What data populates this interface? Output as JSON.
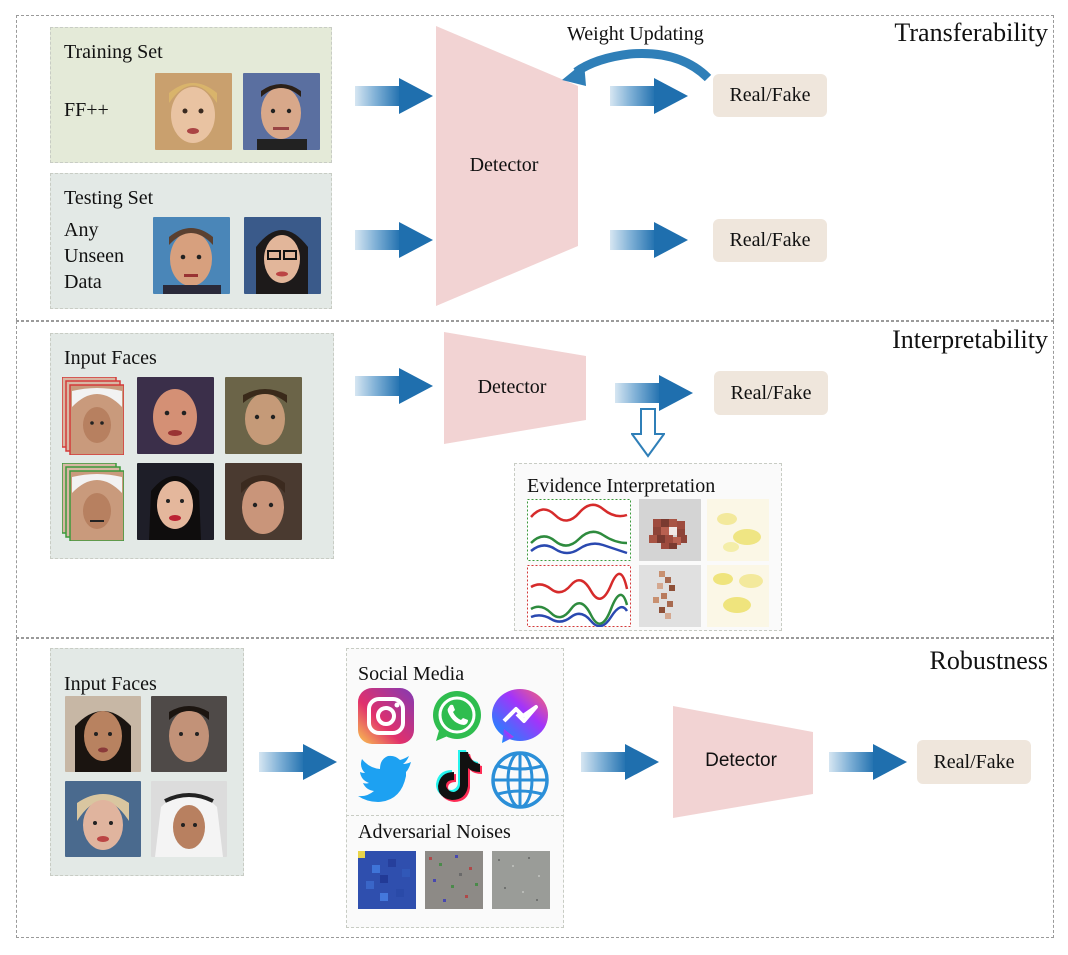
{
  "sections": {
    "transferability": "Transferability",
    "interpretability": "Interpretability",
    "robustness": "Robustness"
  },
  "transfer": {
    "training_set": "Training Set",
    "ffpp": "FF++",
    "testing_set": "Testing Set",
    "unseen_lines": [
      "Any",
      "Unseen",
      "Data"
    ],
    "detector": "Detector",
    "weight_updating": "Weight Updating",
    "out1": "Real/Fake",
    "out2": "Real/Fake"
  },
  "interp": {
    "input_faces": "Input Faces",
    "detector": "Detector",
    "out": "Real/Fake",
    "evidence": "Evidence Interpretation"
  },
  "robust": {
    "input_faces": "Input Faces",
    "social_media": "Social Media",
    "adversarial": "Adversarial Noises",
    "detector": "Detector",
    "out": "Real/Fake"
  },
  "colors": {
    "arrow": "#2f7fb8",
    "detector": "#f2d3d3",
    "output_box": "#efe6dc",
    "training_panel": "#e4ead8",
    "testing_panel": "#e3e9e6"
  },
  "icons": [
    "instagram-icon",
    "whatsapp-icon",
    "messenger-icon",
    "twitter-icon",
    "tiktok-icon",
    "globe-icon"
  ]
}
